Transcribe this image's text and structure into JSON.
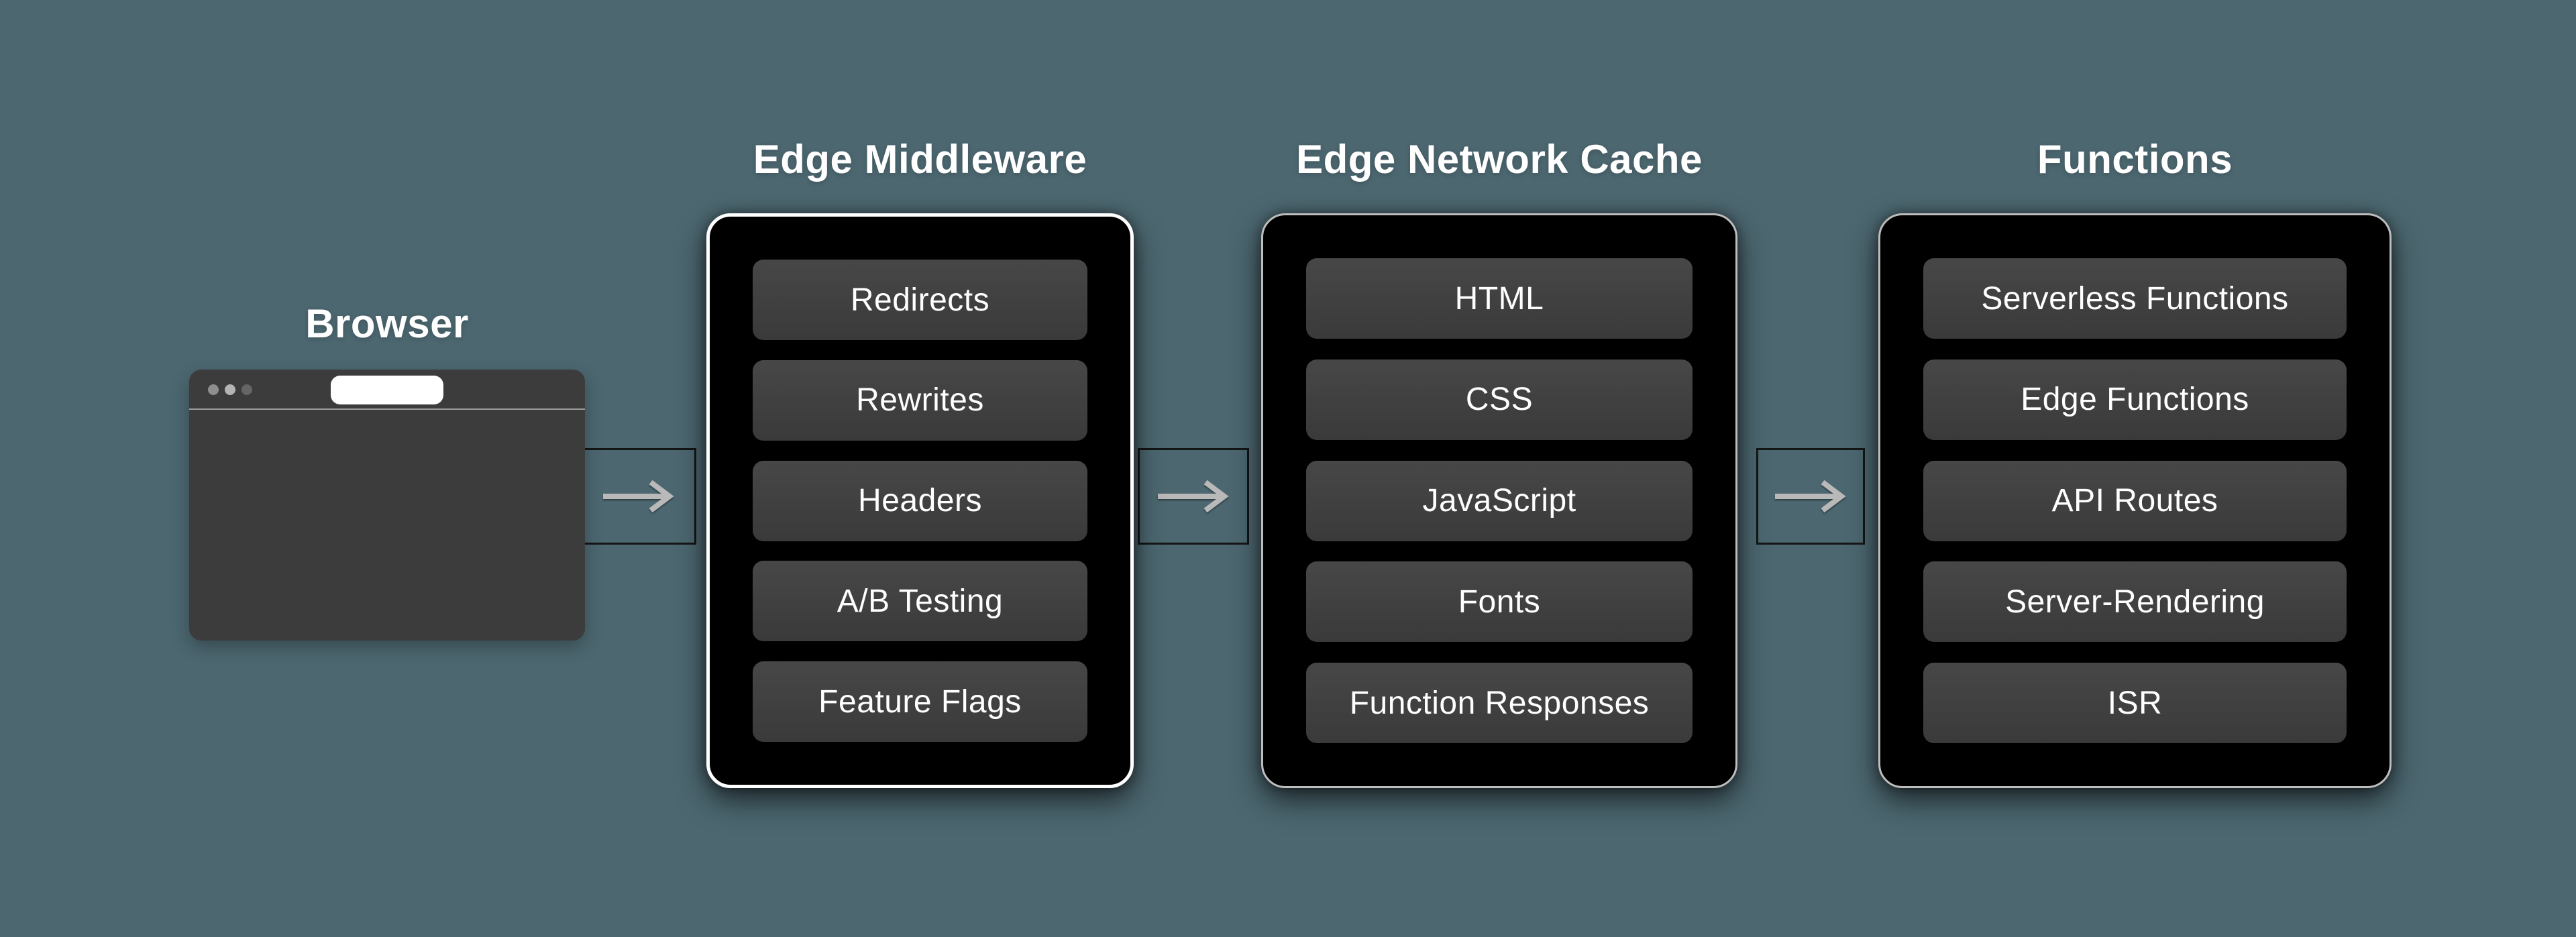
{
  "canvas": {
    "background_color": "#4C6770"
  },
  "browser": {
    "label": "Browser",
    "window_color": "#3C3C3C",
    "divider_color": "#9C9C9C",
    "address_bar_color": "#FFFFFF",
    "dot_colors": [
      "#8E8E8E",
      "#B4B4B4",
      "#656565"
    ]
  },
  "connectors": {
    "arrow_color": "#B9B9B9",
    "box_border_color": "#151515"
  },
  "columns": [
    {
      "title": "Edge Middleware",
      "highlighted": true,
      "border_color": "#FFFFFF",
      "items": [
        "Redirects",
        "Rewrites",
        "Headers",
        "A/B Testing",
        "Feature Flags"
      ]
    },
    {
      "title": "Edge Network Cache",
      "highlighted": false,
      "border_color": "#BDBDBD",
      "items": [
        "HTML",
        "CSS",
        "JavaScript",
        "Fonts",
        "Function Responses"
      ]
    },
    {
      "title": "Functions",
      "highlighted": false,
      "border_color": "#BDBDBD",
      "items": [
        "Serverless Functions",
        "Edge Functions",
        "API Routes",
        "Server-Rendering",
        "ISR"
      ]
    }
  ]
}
